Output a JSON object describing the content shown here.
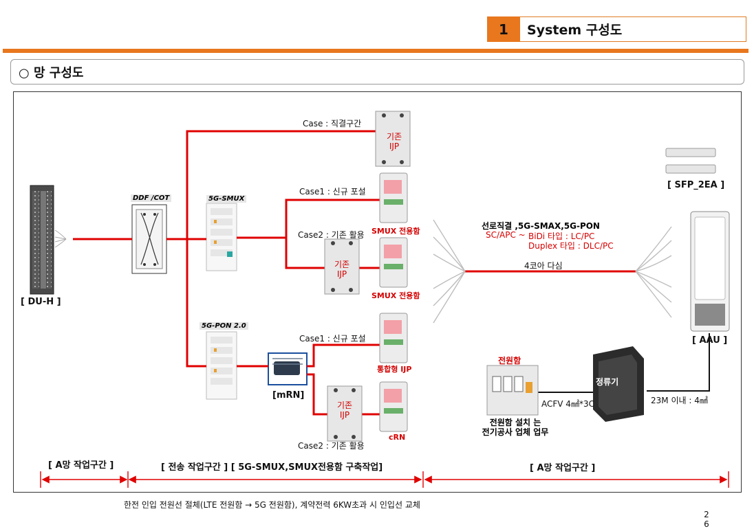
{
  "header": {
    "number": "1",
    "title": "System 구성도"
  },
  "section": {
    "title": "○ 망 구성도"
  },
  "devices": {
    "du_h": "[ DU-H ]",
    "ddf_cot": "DDF /COT",
    "smux": "5G-SMUX",
    "pon": "5G-PON 2.0",
    "mrn": "[mRN]",
    "sfp": "[ SFP_2EA ]",
    "aau": "[ AAU ]",
    "rectifier": "정류기",
    "power_box": "전원함",
    "existing_ijp": "기존\nIJP",
    "smux_box": "SMUX 전용함",
    "integrated_ijp": "통합형 IJP",
    "crn": "cRN"
  },
  "labels": {
    "case_direct": "Case : 직결구간",
    "case1_new_a": "Case1 : 신규 포설",
    "case2_existing_a": "Case2 : 기존 활용",
    "case1_new_b": "Case1 : 신규 포설",
    "case2_existing_b": "Case2 : 기존 활용",
    "fiber_title": "선로직결 ,5G-SMAX,5G-PON",
    "fiber_sc": "SC/APC ~",
    "fiber_bidi": "BiDi 타입 : LC/PC",
    "fiber_duplex": "Duplex 타입 : DLC/PC",
    "core4": "4코아 다심",
    "acfv": "ACFV 4㎟*3C",
    "within23m": "23M 이내 : 4㎟",
    "power_note": "전원함 설치 는\n전기공사 업체 업무"
  },
  "zones": {
    "zone_a_left": "[ A망 작업구간 ]",
    "zone_transport": "[ 전송 작업구간 ] [ 5G-SMUX,SMUX전용함 구축작업]",
    "zone_a_right": "[ A망 작업구간 ]"
  },
  "footer": {
    "note": "한전 인입 전원선 절체(LTE 전원함 → 5G 전원함), 계약전력 6KW초과 시 인입선 교체",
    "page": "2\n6"
  },
  "colors": {
    "accent": "#e8771e",
    "line_red": "#e00000"
  }
}
